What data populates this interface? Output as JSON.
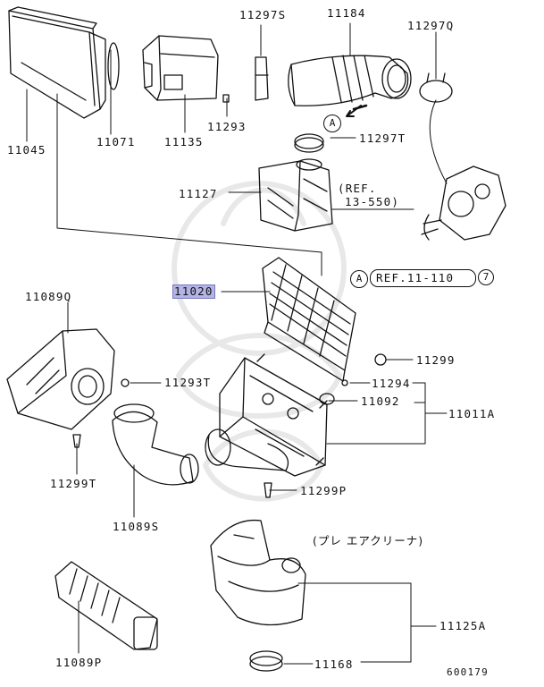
{
  "labels": {
    "p11045": "11045",
    "p11071": "11071",
    "p11135": "11135",
    "p11297S": "11297S",
    "p11293": "11293",
    "p11184": "11184",
    "p11297Q": "11297Q",
    "p11297T": "11297T",
    "p11127": "11127",
    "p11020": "11020",
    "p11089Q": "11089Q",
    "p11293T": "11293T",
    "p11299": "11299",
    "p11294": "11294",
    "p11092": "11092",
    "p11011A": "11011A",
    "p11299T": "11299T",
    "p11089S": "11089S",
    "p11299P": "11299P",
    "p11125A": "11125A",
    "p11089P": "11089P",
    "p11168": "11168"
  },
  "refs": {
    "ref1_line1": "(REF.",
    "ref1_line2": "13-550)",
    "ref2_text": "REF.11-110",
    "ref2_num": "7",
    "marker_a": "A"
  },
  "note": "(プレ エアクリーナ)",
  "diagram_id": "600179",
  "colors": {
    "highlight": "#b3b3e6",
    "ink": "#111111"
  }
}
